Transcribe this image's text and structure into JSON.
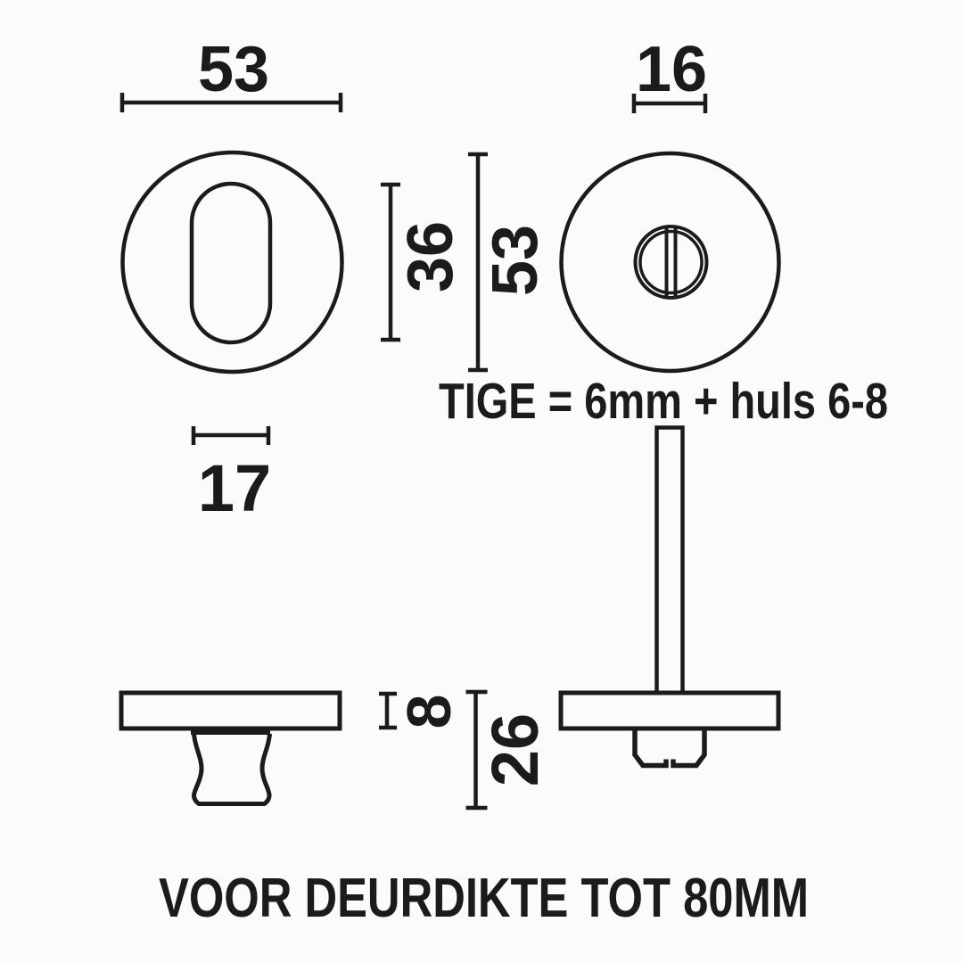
{
  "colors": {
    "background": "#fbfbf9",
    "ink": "#1c1b19"
  },
  "drawing": {
    "dimensions": {
      "rosette_width": "53",
      "turn_rosette_width": "16",
      "keyhole_height": "36",
      "rosette_height": "53",
      "keyhole_width": "17",
      "rosette_thickness": "8",
      "total_depth": "26"
    },
    "notes": {
      "spindle": "TIGE = 6mm + huls 6-8",
      "door_thickness": "VOOR DEURDIKTE TOT 80MM"
    }
  }
}
